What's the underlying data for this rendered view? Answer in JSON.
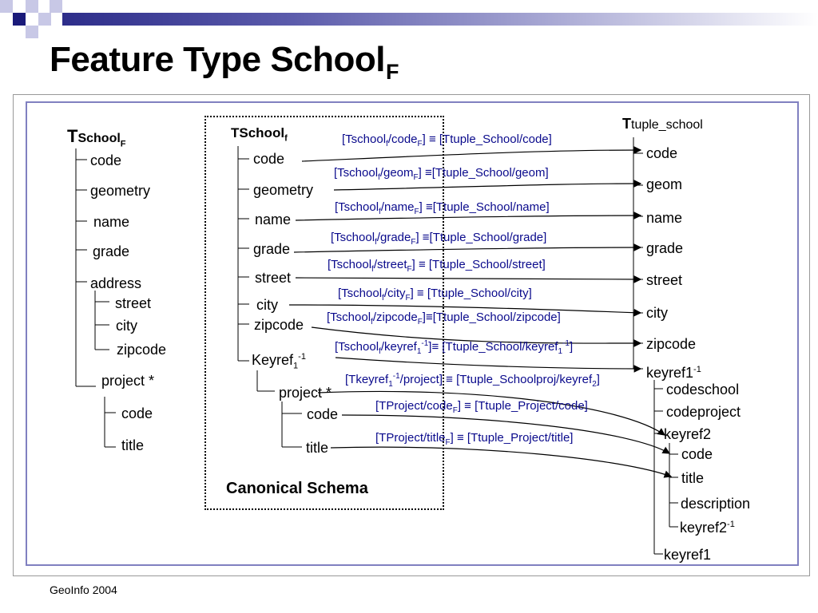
{
  "slide": {
    "title": "Feature Type School",
    "title_sub": "F",
    "footer": "GeoInfo 2004"
  },
  "left_tree": {
    "root_T": "T",
    "root_name": "School",
    "root_sub": "F",
    "items": [
      "code",
      "geometry",
      "name",
      "grade",
      "address"
    ],
    "address_children": [
      "street",
      "city",
      "zipcode"
    ],
    "project": "project *",
    "project_children": [
      "code",
      "title"
    ]
  },
  "canonical": {
    "root": "TSchool",
    "root_sub": "f",
    "items": [
      "code",
      "geometry",
      "name",
      "grade",
      "street",
      "city",
      "zipcode"
    ],
    "keyref": "Keyref",
    "keyref_sub": "1",
    "keyref_sup": "-1",
    "project": "project *",
    "project_children": [
      "code",
      "title"
    ],
    "label": "Canonical Schema"
  },
  "right_tree": {
    "root_T": "T",
    "root_name": "tuple_school",
    "items": [
      "code",
      "geom",
      "name",
      "grade",
      "street",
      "city",
      "zipcode"
    ],
    "keyref1": "keyref1",
    "keyref1_sup": "-1",
    "keyref1_children": [
      "codeschool",
      "codeproject"
    ],
    "keyref2": "keyref2",
    "keyref2_children": [
      "code",
      "title",
      "description"
    ],
    "keyref2_inv": "keyref2",
    "keyref2_inv_sup": "-1",
    "keyref1_last": "keyref1"
  },
  "mappings": {
    "m1": {
      "a": "[Tschool",
      "a_sub": "f",
      "b": "/code",
      "b_sub": "F",
      "c": "] ≡ [Ttuple_School/code]"
    },
    "m2": {
      "a": "[Tschool",
      "a_sub": "f",
      "b": "/geom",
      "b_sub": "F",
      "c": "] ≡[Ttuple_School/geom]"
    },
    "m3": {
      "a": "[Tschool",
      "a_sub": "f",
      "b": "/name",
      "b_sub": "F",
      "c": "] ≡[Ttuple_School/name]"
    },
    "m4": {
      "a": "[Tschool",
      "a_sub": "f",
      "b": "/grade",
      "b_sub": "F",
      "c": "] ≡[Ttuple_School/grade]"
    },
    "m5": {
      "a": "[Tschool",
      "a_sub": "f",
      "b": "/street",
      "b_sub": "F",
      "c": "] ≡ [Ttuple_School/street]"
    },
    "m6": {
      "a": "[Tschool",
      "a_sub": "f",
      "b": "/city",
      "b_sub": "F",
      "c": "] ≡ [Ttuple_School/city]"
    },
    "m7": {
      "a": "[Tschool",
      "a_sub": "f",
      "b": "/zipcode",
      "b_sub": "F",
      "c": "]≡[Ttuple_School/zipcode]"
    },
    "m8": {
      "a": "[Tschool",
      "a_sub": "f",
      "b": "/keyref",
      "b_sub": "1",
      "b_sup": "-1",
      "c": "]≡ [Ttuple_School/keyref",
      "c_sub": "1",
      "c_sup": "-1",
      "d": "]"
    },
    "m9": {
      "a": "[Tkeyref",
      "a_sub": "1",
      "a_sup": "-1",
      "b": "/project] ≡  [Ttuple_Schoolproj/keyref",
      "b_sub": "2",
      "c": "]"
    },
    "m10": {
      "a": "[TProject/code",
      "a_sub": "F",
      "b": "] ≡ [Ttuple_Project/code]"
    },
    "m11": {
      "a": "[TProject/title",
      "a_sub": "F",
      "b": "] ≡ [Ttuple_Project/title]"
    }
  }
}
